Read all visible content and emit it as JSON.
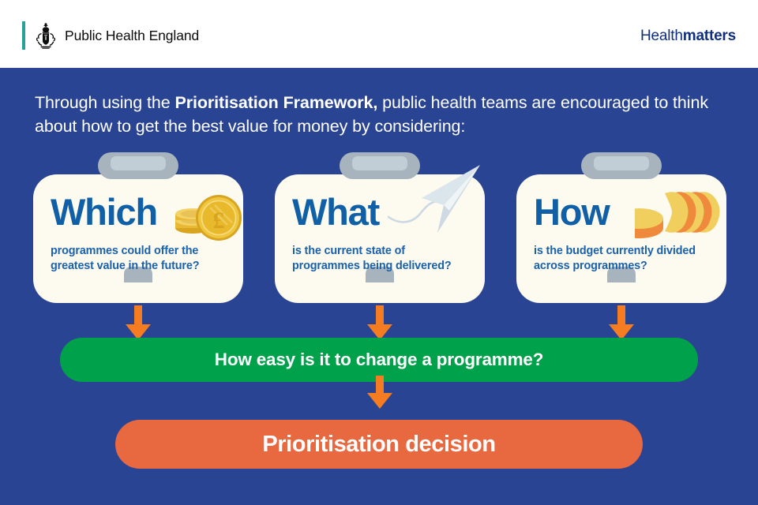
{
  "header": {
    "logo_text": "Public Health England",
    "brand_health": "Health",
    "brand_matters": "matters",
    "accent_teal": "#28a197",
    "brand_color": "#10307f"
  },
  "intro": {
    "before": "Through using the ",
    "bold": "Prioritisation Framework,",
    "after": " public health teams are encouraged to think about how to get the best value for money by considering:"
  },
  "cards": [
    {
      "big_word": "Which",
      "subtitle": "programmes could offer the greatest value in the future?",
      "icon": "pound-coins-icon"
    },
    {
      "big_word": "What",
      "subtitle": "is the current state of programmes being delivered?",
      "icon": "paper-plane-icon"
    },
    {
      "big_word": "How",
      "subtitle": "is the budget currently divided across programmes?",
      "icon": "pie-chart-icon"
    }
  ],
  "flow": {
    "green_bar_label": "How easy is it to change a programme?",
    "orange_bar_label": "Prioritisation decision",
    "arrow_icon": "down-arrow-icon"
  },
  "colors": {
    "background_navy": "#2a4494",
    "card_cream": "#fdfaf0",
    "clip_grey": "#a7b3bd",
    "heading_blue": "#1060a8",
    "green": "#00a14b",
    "coral": "#e8683f",
    "arrow_orange": "#f57c20"
  }
}
